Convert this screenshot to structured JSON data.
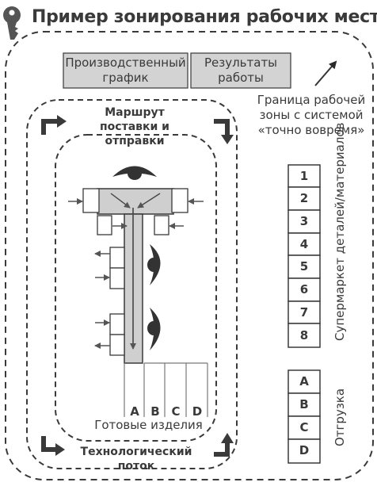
{
  "title": "Пример зонирования рабочих мест",
  "top_boxes": {
    "production_schedule": "Производственный график",
    "work_results": "Результаты работы"
  },
  "boundary_label": "Граница рабочей зоны с системой «точно вовремя»",
  "delivery_route": "Маршрут поставки и отправки",
  "process_flow": "Технологический поток",
  "finished_goods": {
    "label": "Готовые изделия",
    "slots": [
      "A",
      "B",
      "C",
      "D"
    ]
  },
  "supermarket": {
    "label": "Супермаркет деталей/материалов",
    "cells": [
      "1",
      "2",
      "3",
      "4",
      "5",
      "6",
      "7",
      "8"
    ]
  },
  "shipping": {
    "label": "Отгрузка",
    "cells": [
      "A",
      "B",
      "C",
      "D"
    ]
  },
  "colors": {
    "box_fill": "#d3d3d3",
    "line": "#3a3a3a",
    "conveyor": "#cfcfcf"
  },
  "icons": [
    "key-icon",
    "arrow-corner-icon",
    "worker-icon",
    "arrow-icon"
  ]
}
